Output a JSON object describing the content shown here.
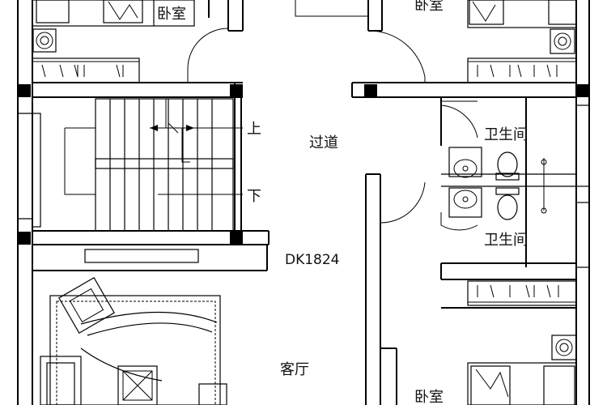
{
  "rooms": {
    "bedroom_top_left": "卧室",
    "bedroom_top_right": "卧室",
    "corridor": "过道",
    "bathroom_1": "卫生间",
    "bathroom_2": "卫生间",
    "living_room": "客厅",
    "bedroom_bottom_right": "卧室"
  },
  "stairs": {
    "up": "上",
    "down": "下"
  },
  "plan_code": "DK1824"
}
